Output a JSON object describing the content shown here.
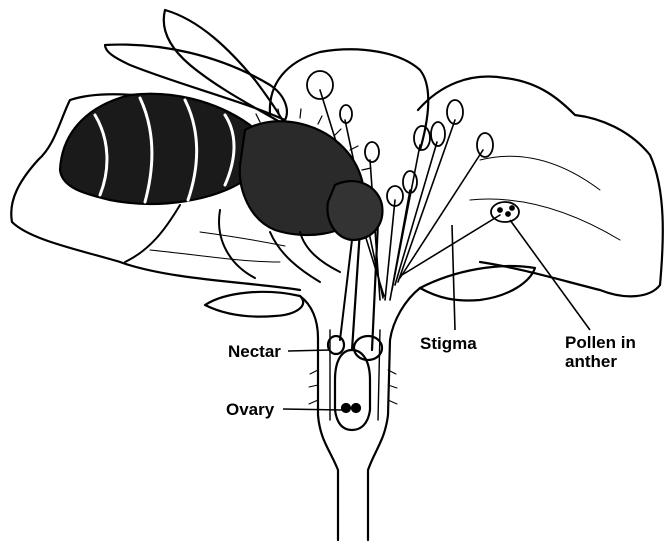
{
  "figure": {
    "labels": {
      "nectar": "Nectar",
      "ovary": "Ovary",
      "stigma": "Stigma",
      "pollen_line1": "Pollen in",
      "pollen_line2": "anther"
    }
  }
}
